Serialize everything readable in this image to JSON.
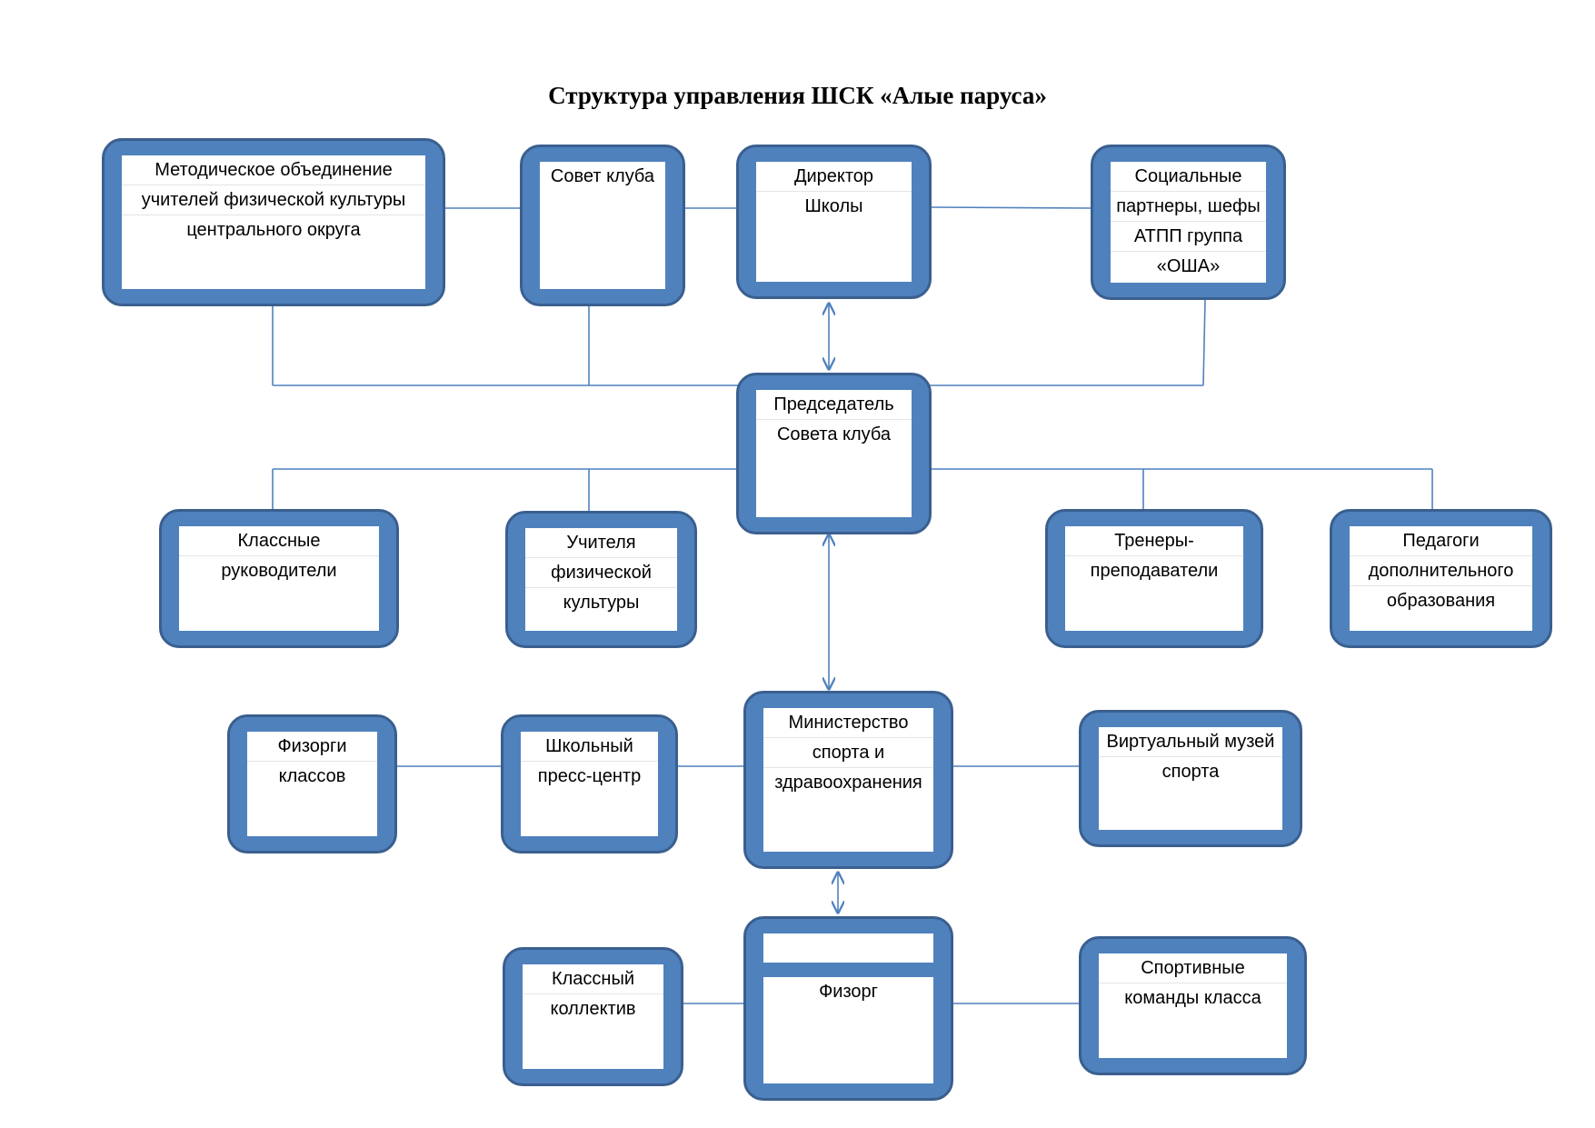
{
  "title": "Структура управления ШСК «Алые паруса»",
  "colors": {
    "box_fill": "#4f81bd",
    "box_border": "#3a5f8f",
    "connector": "#4f81bd"
  },
  "boxes": {
    "metodicheskoe": [
      "Методическое объединение",
      "учителей физической культуры",
      "центрального округа"
    ],
    "sovet_kluba": [
      "Совет клуба"
    ],
    "direktor": [
      "Директор",
      "Школы"
    ],
    "partnery": [
      "Социальные",
      "партнеры, шефы",
      "АТПП группа",
      "«ОША»"
    ],
    "predsedatel": [
      "Председатель",
      "Совета клуба"
    ],
    "klassnye": [
      "Классные",
      "руководители"
    ],
    "uchitelya": [
      "Учителя",
      "физической",
      "культуры"
    ],
    "trenery": [
      "Тренеры-",
      "преподаватели"
    ],
    "pedagogi": [
      "Педагоги",
      "дополнительного",
      "образования"
    ],
    "fizorgi": [
      "Физорги",
      "классов"
    ],
    "press_centr": [
      "Школьный",
      "пресс-центр"
    ],
    "ministerstvo": [
      "Министерство",
      "спорта и",
      "здравоохранения"
    ],
    "muzei": [
      "Виртуальный музей",
      "спорта"
    ],
    "kollektiv": [
      "Классный",
      "коллектив"
    ],
    "fizorg": [
      "Физорг"
    ],
    "komandy": [
      "Спортивные",
      "команды класса"
    ]
  }
}
